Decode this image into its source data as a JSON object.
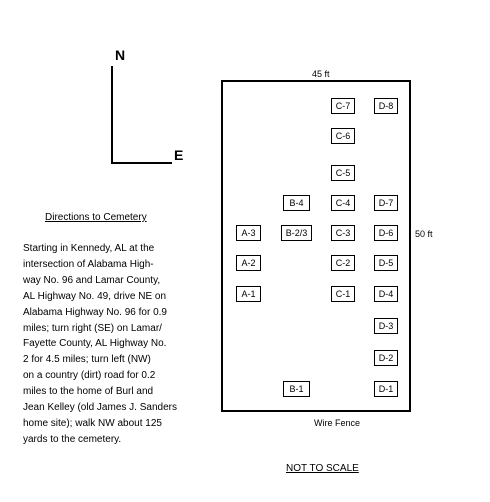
{
  "compass": {
    "north": "N",
    "east": "E"
  },
  "directions": {
    "title": "Directions to Cemetery",
    "text": "Starting in Kennedy, AL at the\nintersection of Alabama High-\nway No. 96 and Lamar County,\nAL Highway No. 49, drive NE on\nAlabama Highway No. 96 for 0.9\nmiles; turn right (SE) on Lamar/\nFayette County, AL Highway No.\n2 for 4.5 miles; turn left (NW)\non a country (dirt) road for 0.2\nmiles to the home of Burl and\nJean Kelley (old James J. Sanders\nhome site); walk NW about 125\nyards to the cemetery."
  },
  "plot": {
    "width_label": "45 ft",
    "height_label": "50 ft",
    "fence_label": "Wire Fence",
    "scale_note": "NOT TO SCALE"
  },
  "graves": [
    {
      "id": "C-7"
    },
    {
      "id": "D-8"
    },
    {
      "id": "C-6"
    },
    {
      "id": "C-5"
    },
    {
      "id": "B-4"
    },
    {
      "id": "C-4"
    },
    {
      "id": "D-7"
    },
    {
      "id": "A-3"
    },
    {
      "id": "B-2/3"
    },
    {
      "id": "C-3"
    },
    {
      "id": "D-6"
    },
    {
      "id": "A-2"
    },
    {
      "id": "C-2"
    },
    {
      "id": "D-5"
    },
    {
      "id": "A-1"
    },
    {
      "id": "C-1"
    },
    {
      "id": "D-4"
    },
    {
      "id": "D-3"
    },
    {
      "id": "D-2"
    },
    {
      "id": "B-1"
    },
    {
      "id": "D-1"
    }
  ]
}
